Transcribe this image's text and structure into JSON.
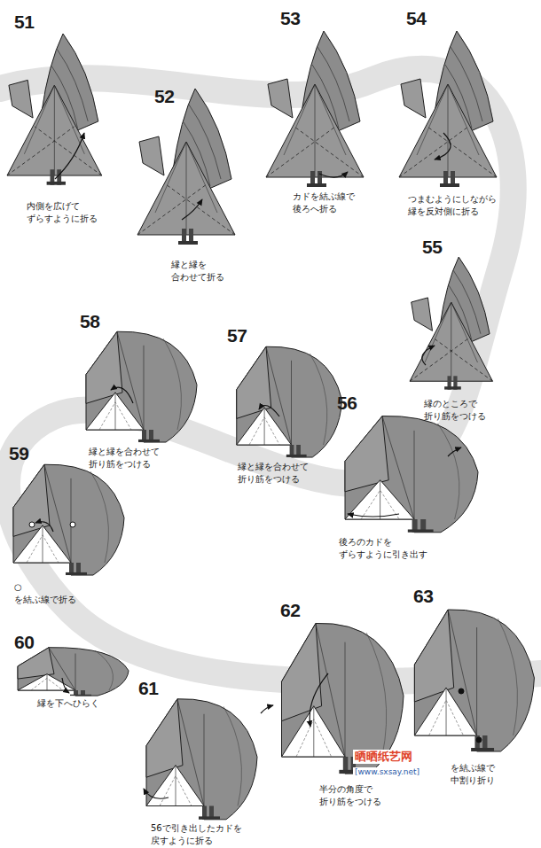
{
  "diagram": {
    "labels": [
      "51",
      "内側を広げて ずらすように折る",
      "52",
      "縁と縁を 合わせて折る",
      "53",
      "カドを結ぶ線で 後ろへ折る",
      "54",
      "つまむようにしながら 縁を反対側に折る",
      "55",
      "縁のところで 折り筋をつける",
      "58",
      "縁と縁を合わせて 折り筋をつける",
      "57",
      "縁と縁を合わせて 折り筋をつける",
      "56",
      "後ろのカドを ずらすように引き出す",
      "59",
      "○を結ぶ線で折る",
      "60",
      "縁を下へひらく",
      "61",
      "56で引き出したカドを 戻すように折る",
      "62",
      "半分の角度で 折り筋をつける",
      "63",
      "を結ぶ線で 中割り折り",
      "晒晒纸艺网",
      "[www.sxsay.net]"
    ]
  }
}
